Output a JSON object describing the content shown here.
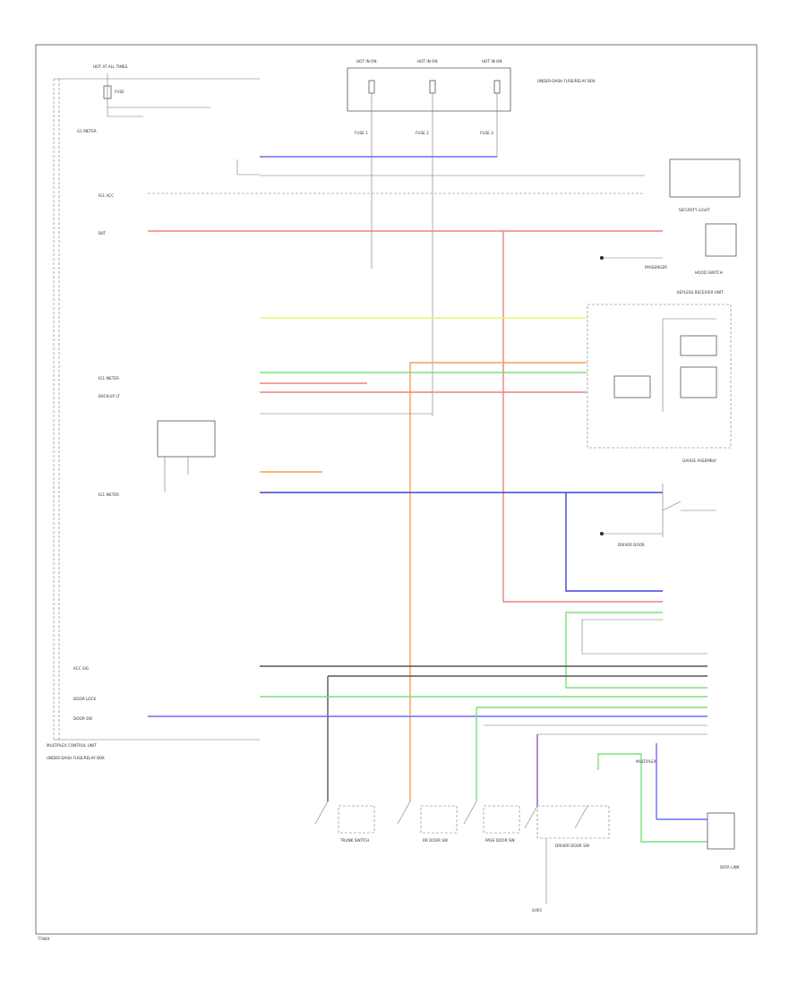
{
  "colors": {
    "red": "#f08080",
    "blue": "#6b6bff",
    "blue_dark": "#4040e0",
    "green": "#7ce07c",
    "yellow": "#f0f070",
    "orange": "#f8a050",
    "gray": "#555555",
    "violet": "#a050c0",
    "black": "#222222"
  },
  "labels": {
    "left_fuse_top": "HOT AT ALL TIMES",
    "left_fuse_sub": "FUSE",
    "left_ground": "G1 METER",
    "fuse_a": "HOT IN ON",
    "fuse_b": "HOT IN ON",
    "fuse_c": "HOT IN ON",
    "fuse_note": "UNDER-DASH FUSE/RELAY BOX",
    "right_box_top": "SECURITY LIGHT",
    "door_sw": "HOOD SWITCH",
    "gcm_title": "GAUGE ASSEMBLY",
    "gcm_sub": "KEYLESS RECEIVER UNIT",
    "row1": "IG1 METER",
    "row2": "BACK-UP LT",
    "row3": "IG1 ACC",
    "row4": "BAT",
    "row5": "IG1 METER",
    "row6": "ACC SIG",
    "row7": "DOOR LOCK",
    "row8": "DOOR SW",
    "row9": "MULTIPLEX",
    "row10": "PASSENGER",
    "row11": "DRIVER DOOR",
    "bottom_left": "MULTIPLEX CONTROL UNIT",
    "bottom_left_sub": "UNDER-DASH FUSE/RELAY BOX",
    "sw1": "TRUNK SWITCH",
    "sw2": "RR DOOR SW",
    "sw3": "PASS DOOR SW",
    "sw4": "DRIVER DOOR SW",
    "ground_bottom": "G401",
    "right_conn": "DATA LINK",
    "footer": "T7869"
  }
}
